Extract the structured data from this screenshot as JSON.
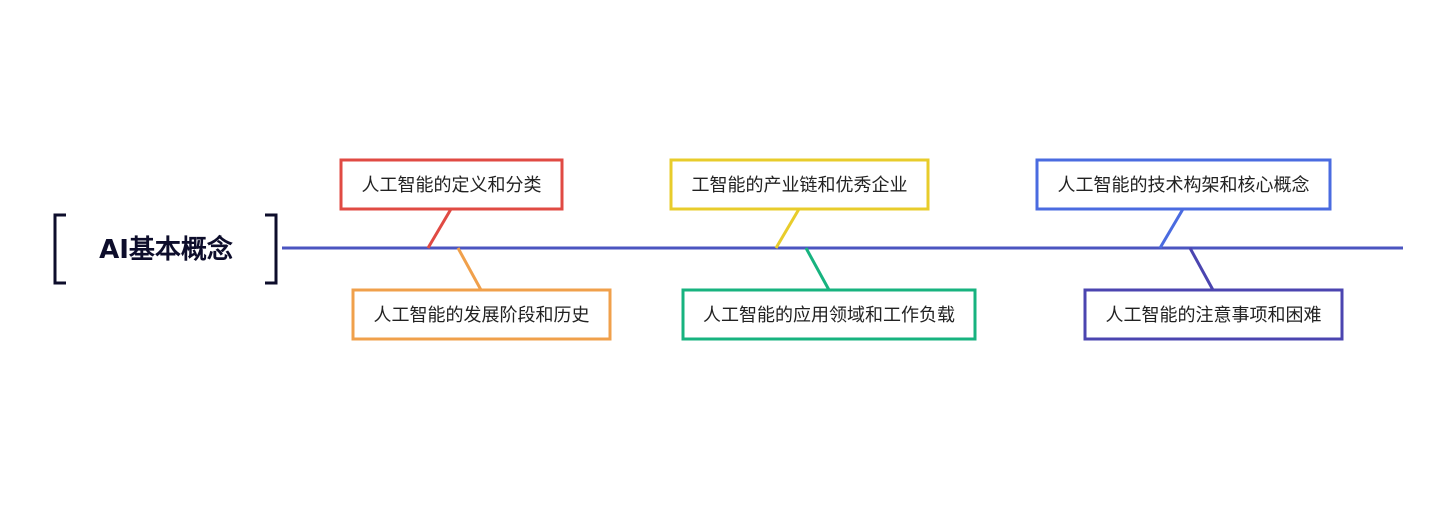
{
  "root": {
    "label": "AI基本概念",
    "color": "#0d0d2b"
  },
  "spine": {
    "color": "#4b55c0"
  },
  "branches": [
    {
      "id": "definition",
      "label": "人工智能的定义和分类",
      "color": "#e04a43",
      "side": "top"
    },
    {
      "id": "history",
      "label": "人工智能的发展阶段和历史",
      "color": "#f0a04b",
      "side": "bottom"
    },
    {
      "id": "industry",
      "label": "工智能的产业链和优秀企业",
      "color": "#e8cc2b",
      "side": "top"
    },
    {
      "id": "applications",
      "label": "人工智能的应用领域和工作负载",
      "color": "#17b37f",
      "side": "bottom"
    },
    {
      "id": "architecture",
      "label": "人工智能的技术构架和核心概念",
      "color": "#4a6be0",
      "side": "top"
    },
    {
      "id": "cautions",
      "label": "人工智能的注意事项和困难",
      "color": "#4b45b0",
      "side": "bottom"
    }
  ]
}
